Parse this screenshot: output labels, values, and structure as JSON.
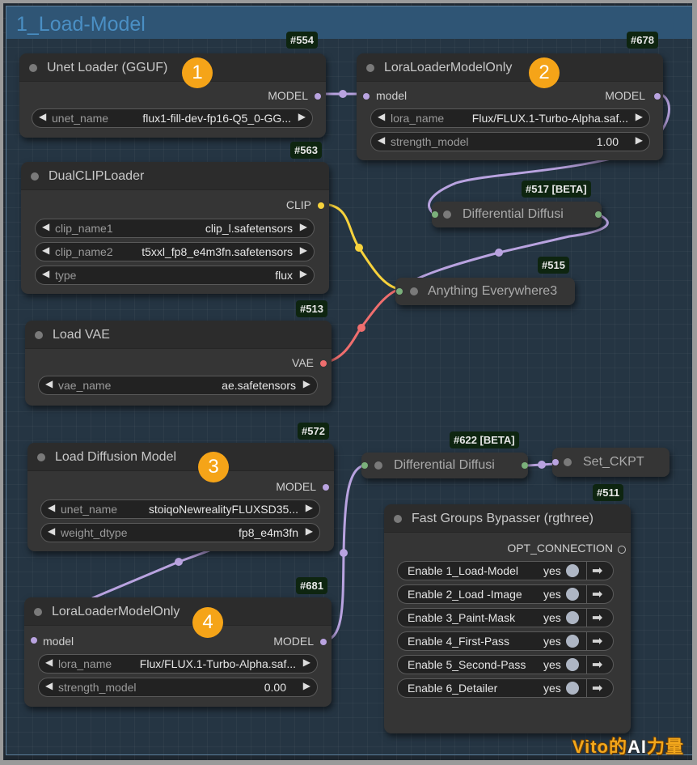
{
  "group": {
    "title": "1_Load-Model"
  },
  "nodes": {
    "unet_gguf": {
      "id": "#554",
      "title": "Unet Loader (GGUF)",
      "badge": "1",
      "output": "MODEL",
      "widgets": [
        {
          "label": "unet_name",
          "value": "flux1-fill-dev-fp16-Q5_0-GG..."
        }
      ]
    },
    "lora1": {
      "id": "#678",
      "title": "LoraLoaderModelOnly",
      "badge": "2",
      "input": "model",
      "output": "MODEL",
      "widgets": [
        {
          "label": "lora_name",
          "value": "Flux/FLUX.1-Turbo-Alpha.saf..."
        },
        {
          "label": "strength_model",
          "value": "1.00"
        }
      ]
    },
    "dualclip": {
      "id": "#563",
      "title": "DualCLIPLoader",
      "output": "CLIP",
      "widgets": [
        {
          "label": "clip_name1",
          "value": "clip_l.safetensors"
        },
        {
          "label": "clip_name2",
          "value": "t5xxl_fp8_e4m3fn.safetensors"
        },
        {
          "label": "type",
          "value": "flux"
        }
      ]
    },
    "diff1": {
      "id": "#517 [BETA]",
      "title": "Differential Diffusi"
    },
    "anything": {
      "id": "#515",
      "title": "Anything Everywhere3"
    },
    "vae": {
      "id": "#513",
      "title": "Load VAE",
      "output": "VAE",
      "widgets": [
        {
          "label": "vae_name",
          "value": "ae.safetensors"
        }
      ]
    },
    "loaddiff": {
      "id": "#572",
      "title": "Load Diffusion Model",
      "badge": "3",
      "output": "MODEL",
      "widgets": [
        {
          "label": "unet_name",
          "value": "stoiqoNewrealityFLUXSD35..."
        },
        {
          "label": "weight_dtype",
          "value": "fp8_e4m3fn"
        }
      ]
    },
    "diff2": {
      "id": "#622 [BETA]",
      "title": "Differential Diffusi"
    },
    "setckpt": {
      "title": "Set_CKPT"
    },
    "bypasser": {
      "id": "#511",
      "title": "Fast Groups Bypasser (rgthree)",
      "output": "OPT_CONNECTION",
      "toggles": [
        {
          "label": "Enable 1_Load-Model",
          "value": "yes"
        },
        {
          "label": "Enable 2_Load -Image",
          "value": "yes"
        },
        {
          "label": "Enable 3_Paint-Mask",
          "value": "yes"
        },
        {
          "label": "Enable 4_First-Pass",
          "value": "yes"
        },
        {
          "label": "Enable 5_Second-Pass",
          "value": "yes"
        },
        {
          "label": "Enable 6_Detailer",
          "value": "yes"
        }
      ]
    },
    "lora2": {
      "id": "#681",
      "title": "LoraLoaderModelOnly",
      "badge": "4",
      "input": "model",
      "output": "MODEL",
      "widgets": [
        {
          "label": "lora_name",
          "value": "Flux/FLUX.1-Turbo-Alpha.saf..."
        },
        {
          "label": "strength_model",
          "value": "0.00"
        }
      ]
    }
  },
  "watermark": {
    "prefix": "Vito的",
    "ai": "AI",
    "suffix": "力量"
  },
  "colors": {
    "model_wire": "#b9a3e0",
    "clip_wire": "#f7d23c",
    "vae_wire": "#ef6e6e",
    "badge": "#f5a418",
    "id_badge_bg": "#0e2510",
    "group_title": "#4a8fc4"
  },
  "icons": {
    "arrow_left": "◀",
    "arrow_right": "▶",
    "toggle_arrow": "➡"
  }
}
